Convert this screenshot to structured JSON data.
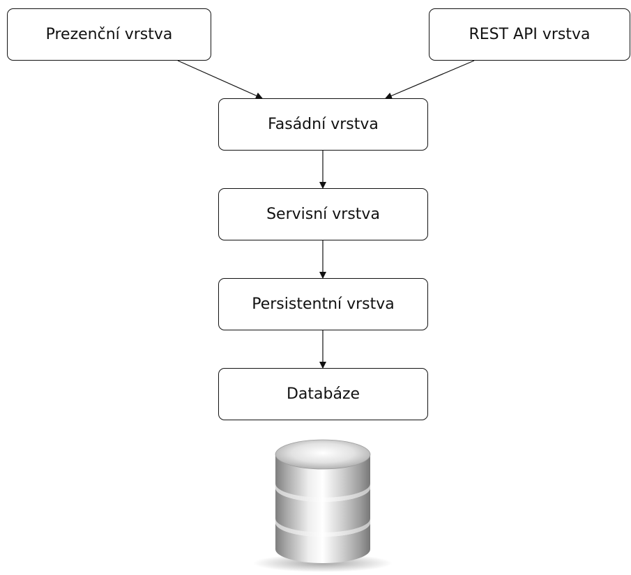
{
  "diagram": {
    "nodes": {
      "presentation": "Prezenční vrstva",
      "rest_api": "REST API vrstva",
      "facade": "Fasádní vrstva",
      "service": "Servisní vrstva",
      "persistence": "Persistentní vrstva",
      "database": "Databáze"
    },
    "edges": [
      {
        "from": "presentation",
        "to": "facade"
      },
      {
        "from": "rest_api",
        "to": "facade"
      },
      {
        "from": "facade",
        "to": "service"
      },
      {
        "from": "service",
        "to": "persistence"
      },
      {
        "from": "persistence",
        "to": "database"
      }
    ],
    "icon": "database-cylinder-icon"
  }
}
